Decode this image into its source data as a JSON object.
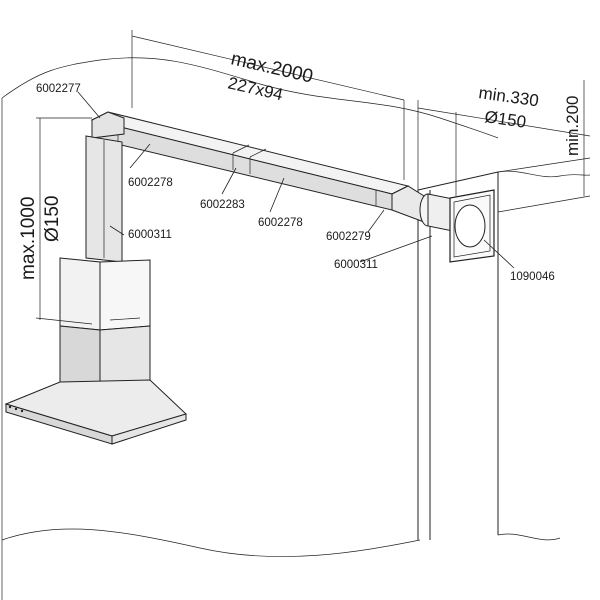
{
  "parts": {
    "p_6002277": "6002277",
    "p_6002278_left": "6002278",
    "p_6002283": "6002283",
    "p_6002278_mid": "6002278",
    "p_6002279": "6002279",
    "p_6000311_vertical": "6000311",
    "p_6000311_wall": "6000311",
    "p_1090046": "1090046"
  },
  "dimensions": {
    "horizontal_length": "max.2000",
    "horizontal_section": "227x94",
    "wall_offset": "min.330",
    "wall_diameter": "Ø150",
    "ceiling_gap": "min.200",
    "vertical_length": "max.1000",
    "vertical_diameter": "Ø150"
  },
  "colors": {
    "line": "#222222",
    "duct_top": "#f3f3f3",
    "duct_side": "#dedede",
    "chimney": "#e6e6e6",
    "glass": "#f2f2f2"
  }
}
